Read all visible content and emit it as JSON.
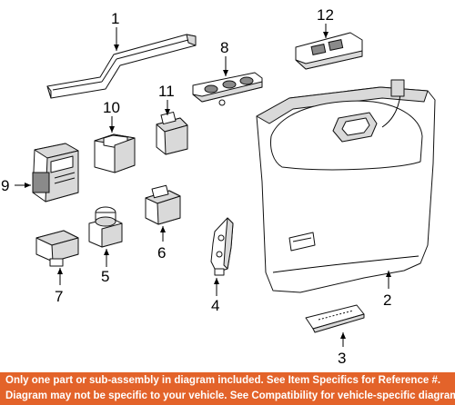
{
  "callouts": {
    "c1": "1",
    "c2": "2",
    "c3": "3",
    "c4": "4",
    "c5": "5",
    "c6": "6",
    "c7": "7",
    "c8": "8",
    "c9": "9",
    "c10": "10",
    "c11": "11",
    "c12": "12"
  },
  "footer": {
    "line1": "Only one part or sub-assembly in diagram included. See Item Specifics for Reference #.",
    "line2": "Diagram may not be specific to your vehicle. See Compatibility for vehicle-specific diagrams."
  },
  "colors": {
    "footer_bg": "#e3632a",
    "footer_text": "#ffffff"
  }
}
